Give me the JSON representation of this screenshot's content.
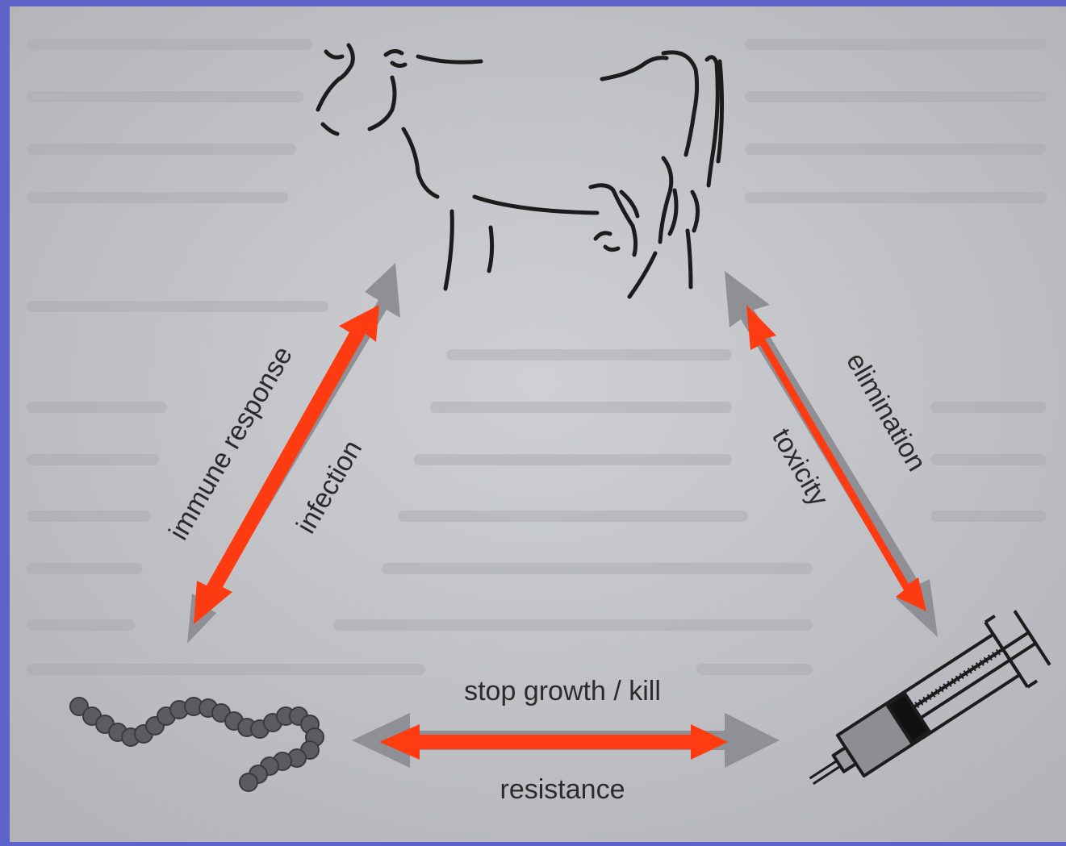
{
  "colors": {
    "frame": "#5d63c9",
    "paper": "#c2c3c7",
    "gray_arrow": "#8f9095",
    "red_arrow": "#ff3b12",
    "ink": "#1c1c1c"
  },
  "nodes": {
    "host": "cow-icon",
    "pathogen": "bacteria-chain-icon",
    "drug": "syringe-icon"
  },
  "labels": {
    "immune_response": "immune response",
    "infection": "infection",
    "elimination": "elimination",
    "toxicity": "toxicity",
    "stop_growth": "stop growth / kill",
    "resistance": "resistance"
  }
}
